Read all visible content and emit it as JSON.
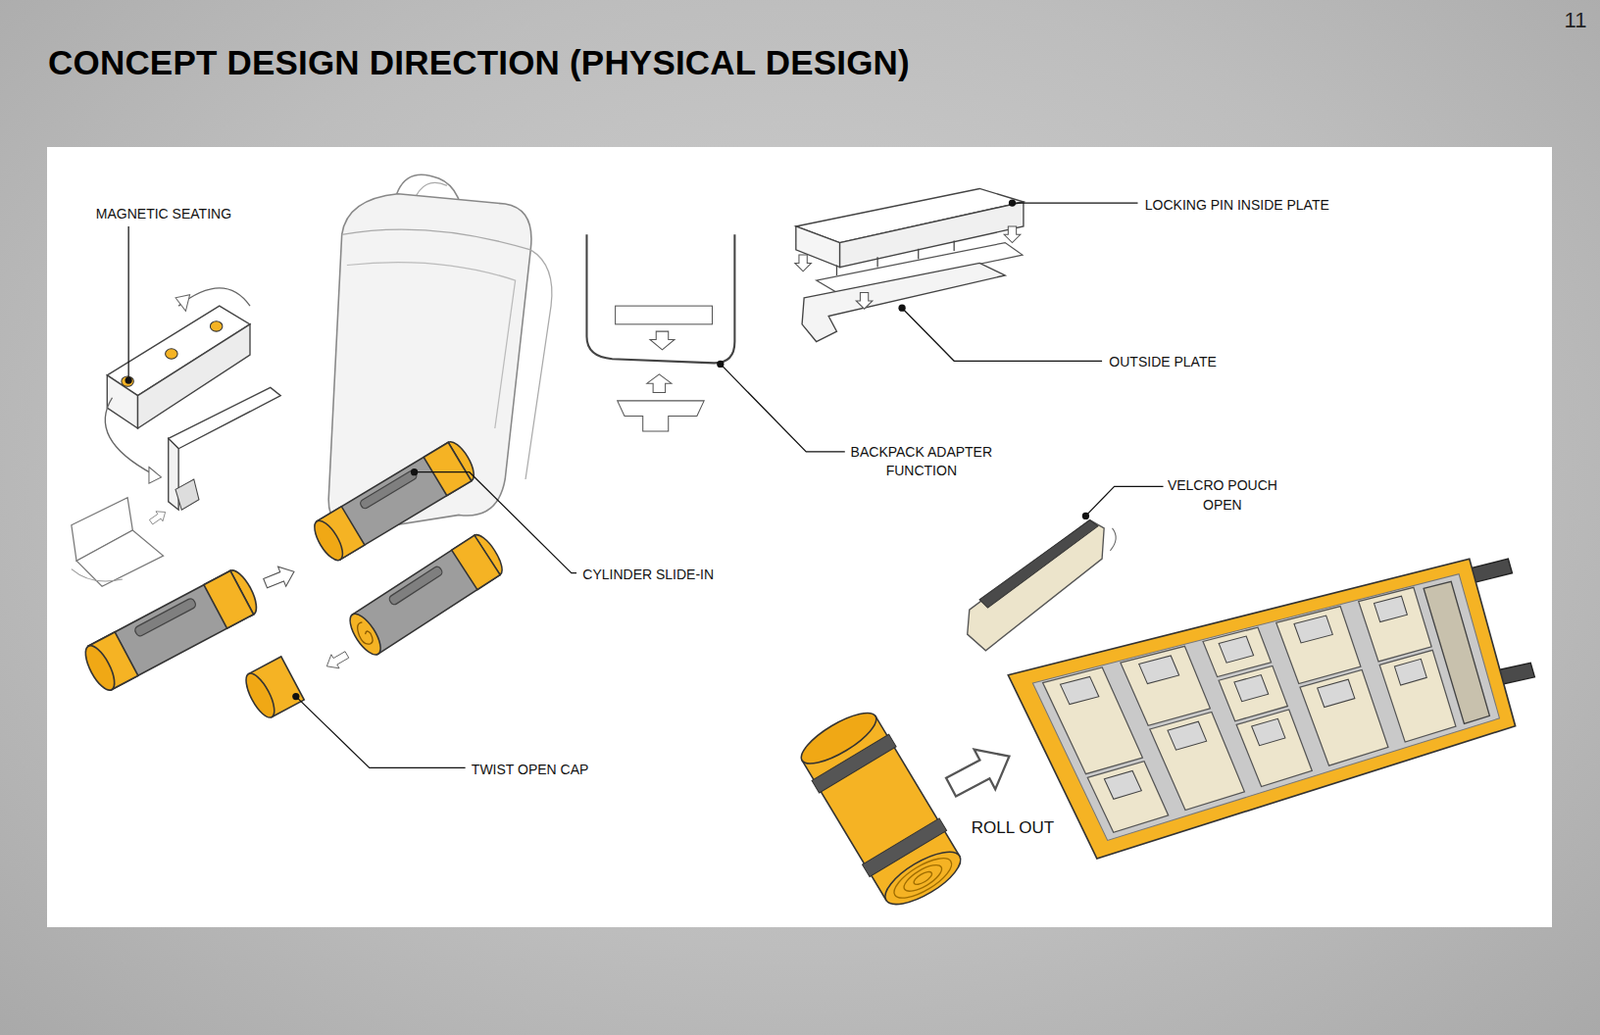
{
  "diagram": {
    "title": "CONCEPT DESIGN DIRECTION (PHYSICAL DESIGN)",
    "labels": [
      "11",
      "MAGNETIC SEATING",
      "LOCKING PIN INSIDE PLATE",
      "OUTSIDE PLATE",
      "BACKPACK ADAPTER FUNCTION",
      "VELCRO POUCH OPEN",
      "CYLINDER SLIDE-IN",
      "TWIST OPEN CAP",
      "ROLL OUT"
    ]
  }
}
